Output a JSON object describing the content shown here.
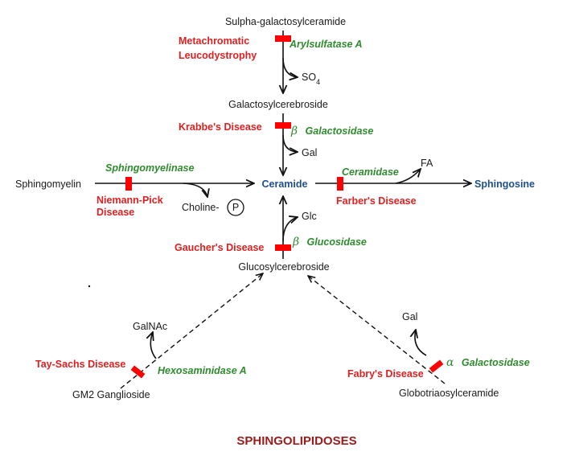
{
  "title": "SPHINGOLIPIDOSES",
  "compounds": {
    "sulpha": "Sulpha-galactosylceramide",
    "galcer": "Galactosylcerebroside",
    "ceramide": "Ceramide",
    "sphingomyelin": "Sphingomyelin",
    "sphingosine": "Sphingosine",
    "glucocer": "Glucosylcerebroside",
    "gm2": "GM2 Ganglioside",
    "globo": "Globotriaosylceramide"
  },
  "byproducts": {
    "so4": "SO",
    "so4_sub": "4",
    "gal1": "Gal",
    "fa": "FA",
    "choline": "Choline-",
    "phosphate": "P",
    "glc": "Glc",
    "galnac": "GalNAc",
    "gal2": "Gal"
  },
  "enzymes": {
    "arylsulfatase": "Arylsulfatase A",
    "beta_galactosidase": "Galactosidase",
    "beta_galactosidase_symbol": "β",
    "sphingomyelinase": "Sphingomyelinase",
    "ceramidase": "Ceramidase",
    "beta_glucosidase": "Glucosidase",
    "beta_glucosidase_symbol": "β",
    "hexosaminidase": "Hexosaminidase A",
    "alpha_galactosidase": "Galactosidase",
    "alpha_galactosidase_symbol": "α"
  },
  "diseases": {
    "metachromatic_line1": "Metachromatic",
    "metachromatic_line2": "Leucodystrophy",
    "krabbe": "Krabbe's Disease",
    "niemann_line1": "Niemann-Pick",
    "niemann_line2": "Disease",
    "farber": "Farber's Disease",
    "gaucher": "Gaucher's Disease",
    "taysachs": "Tay-Sachs Disease",
    "fabry": "Fabry's Disease"
  },
  "colors": {
    "disease": "#e02020",
    "enzyme": "#2e8b2e",
    "key_compound": "#1f4e8c",
    "title": "#9b1b1b",
    "block": "#ff0000"
  }
}
